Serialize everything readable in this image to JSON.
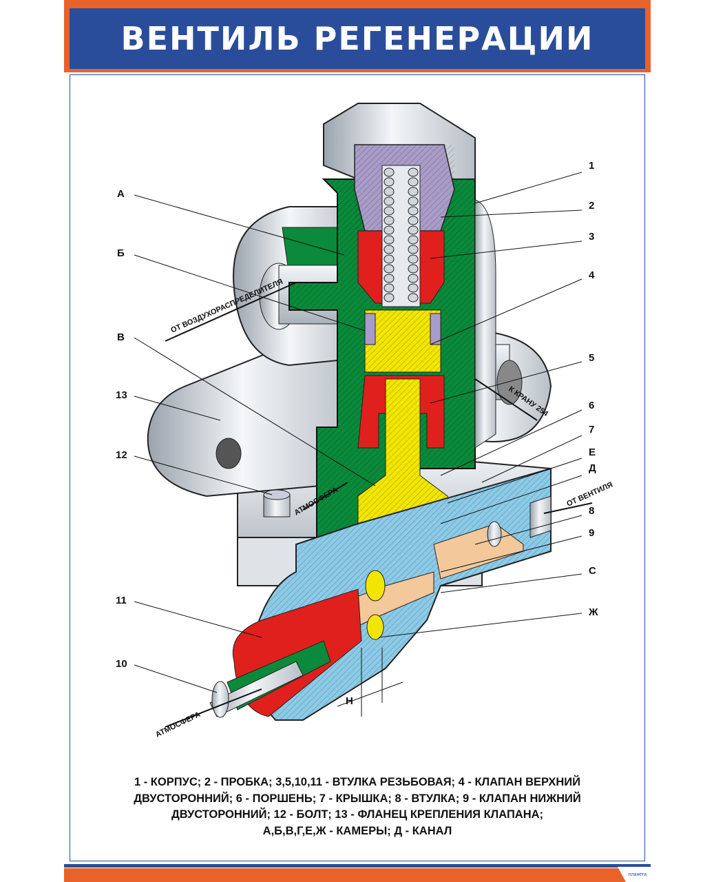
{
  "title": "ВЕНТИЛЬ РЕГЕНЕРАЦИИ",
  "labels_right": [
    "1",
    "2",
    "3",
    "4",
    "5",
    "6",
    "7",
    "Е",
    "Д",
    "8",
    "9",
    "С",
    "Ж"
  ],
  "labels_left": [
    "А",
    "Б",
    "В",
    "13",
    "12",
    "11",
    "10"
  ],
  "flow_labels": {
    "from_distributor": "ОТ ВОЗДУХОРАСПРЕДЕЛИТЕЛЯ",
    "to_crane": "К КРАНУ 254",
    "from_valve": "ОТ ВЕНТИЛЯ",
    "atmosphere_1": "АТМОСФЕРА",
    "atmosphere_2": "АТМОСФЕРА",
    "dimension": "Н"
  },
  "caption": [
    "1 - КОРПУС; 2 - ПРОБКА; 3,5,10,11 - ВТУЛКА РЕЗЬБОВАЯ; 4 - КЛАПАН ВЕРХНИЙ",
    "ДВУСТОРОННИЙ; 6 - ПОРШЕНЬ; 7 - КРЫШКА; 8 - ВТУЛКА; 9 - КЛАПАН НИЖНИЙ",
    "ДВУСТОРОННИЙ; 12 - БОЛТ; 13 - ФЛАНЕЦ КРЕПЛЕНИЯ КЛАПАНА;",
    "А,Б,В,Г,Е,Ж - КАМЕРЫ; Д - КАНАЛ"
  ],
  "publisher": "планета",
  "colors": {
    "blue": "#2a4d9b",
    "orange": "#e8622a",
    "green": "#0a8a3a",
    "red": "#e0201c",
    "yellow": "#f2e600",
    "lightblue": "#8ccbe8",
    "purple": "#a99cc8",
    "peach": "#f3c89a"
  }
}
